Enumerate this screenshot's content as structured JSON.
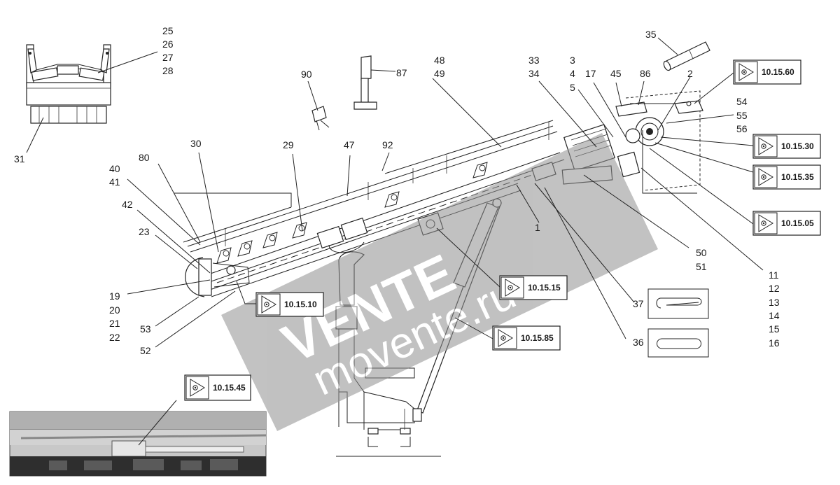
{
  "labels": {
    "l25": "25",
    "l26": "26",
    "l27": "27",
    "l28": "28",
    "l31": "31",
    "l35": "35",
    "l87": "87",
    "l90": "90",
    "l48": "48",
    "l49": "49",
    "l33": "33",
    "l34": "34",
    "l3": "3",
    "l4": "4",
    "l5": "5",
    "l17": "17",
    "l45": "45",
    "l86": "86",
    "l2": "2",
    "l54": "54",
    "l55": "55",
    "l56": "56",
    "l80": "80",
    "l30": "30",
    "l29": "29",
    "l47": "47",
    "l92": "92",
    "l40": "40",
    "l41": "41",
    "l42": "42",
    "l23": "23",
    "l19": "19",
    "l20": "20",
    "l21": "21",
    "l22": "22",
    "l53": "53",
    "l52": "52",
    "l1": "1",
    "l50": "50",
    "l51": "51",
    "l37": "37",
    "l36": "36",
    "l11": "11",
    "l12": "12",
    "l13": "13",
    "l14": "14",
    "l15": "15",
    "l16": "16"
  },
  "refs": {
    "r1060": "10.15.60",
    "r1030": "10.15.30",
    "r1035": "10.15.35",
    "r1005": "10.15.05",
    "r1015": "10.15.15",
    "r1010": "10.15.10",
    "r1085": "10.15.85",
    "r1045": "10.15.45"
  },
  "watermark": {
    "brand": "VENTE",
    "domain": "movente.ru"
  },
  "colors": {
    "line": "#222222",
    "watermark_band": "#8f8f8f",
    "photo_bg": "#c8c8c8"
  }
}
